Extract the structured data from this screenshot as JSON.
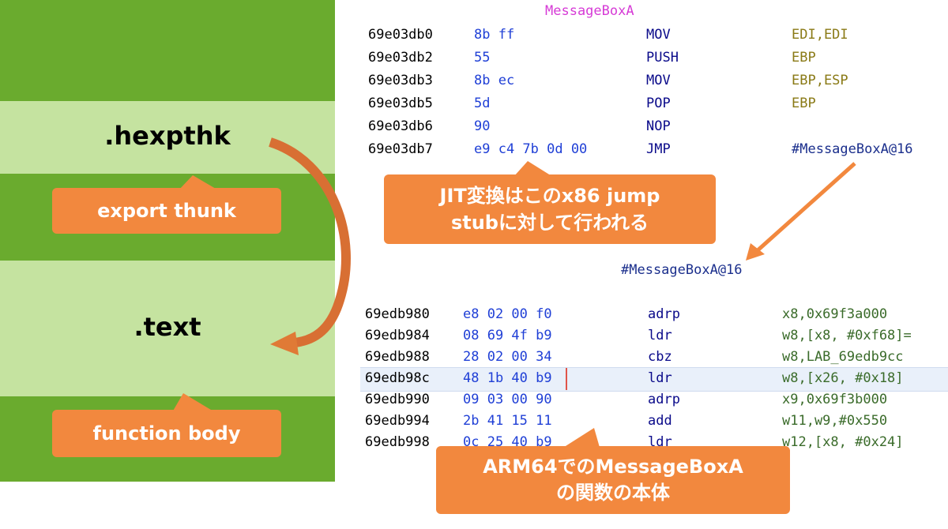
{
  "sections": {
    "hexpthk": ".hexpthk",
    "text": ".text"
  },
  "callouts": {
    "export_thunk": "export thunk",
    "function_body": "function body",
    "jit_line1": "JIT変換はこのx86 jump",
    "jit_line2": "stubに対して行われる",
    "arm_line1": "ARM64でのMessageBoxA",
    "arm_line2": "の関数の本体"
  },
  "x86": {
    "title": "MessageBoxA",
    "rows": [
      {
        "addr": "69e03db0",
        "bytes": "8b ff",
        "mnem": "MOV",
        "ops": "EDI,EDI"
      },
      {
        "addr": "69e03db2",
        "bytes": "55",
        "mnem": "PUSH",
        "ops": "EBP"
      },
      {
        "addr": "69e03db3",
        "bytes": "8b ec",
        "mnem": "MOV",
        "ops": "EBP,ESP"
      },
      {
        "addr": "69e03db5",
        "bytes": "5d",
        "mnem": "POP",
        "ops": "EBP"
      },
      {
        "addr": "69e03db6",
        "bytes": "90",
        "mnem": "NOP",
        "ops": ""
      },
      {
        "addr": "69e03db7",
        "bytes": "e9 c4 7b 0d 00",
        "mnem": "JMP",
        "ops": "#MessageBoxA@16"
      }
    ]
  },
  "arm": {
    "title": "#MessageBoxA@16",
    "rows": [
      {
        "addr": "69edb980",
        "bytes": "e8 02 00 f0",
        "mnem": "adrp",
        "ops": "x8,0x69f3a000"
      },
      {
        "addr": "69edb984",
        "bytes": "08 69 4f b9",
        "mnem": "ldr",
        "ops": "w8,[x8, #0xf68]="
      },
      {
        "addr": "69edb988",
        "bytes": "28 02 00 34",
        "mnem": "cbz",
        "ops": "w8,LAB_69edb9cc"
      },
      {
        "addr": "69edb98c",
        "bytes": "48 1b 40 b9",
        "mnem": "ldr",
        "ops": "w8,[x26, #0x18]"
      },
      {
        "addr": "69edb990",
        "bytes": "09 03 00 90",
        "mnem": "adrp",
        "ops": "x9,0x69f3b000"
      },
      {
        "addr": "69edb994",
        "bytes": "2b 41 15 11",
        "mnem": "add",
        "ops": "w11,w9,#0x550"
      },
      {
        "addr": "69edb998",
        "bytes": "0c 25 40 b9",
        "mnem": "ldr",
        "ops": "w12,[x8, #0x24]"
      }
    ]
  },
  "colors": {
    "section_dark": "#6aab2e",
    "section_light": "#c5e3a0",
    "callout": "#f2883e",
    "title_magenta": "#d63ad6",
    "title_blue": "#1a2e8c"
  }
}
